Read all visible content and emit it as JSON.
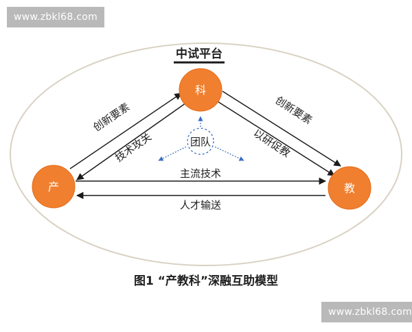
{
  "watermark": {
    "text": "www.zbkl68.com"
  },
  "colors": {
    "node_fill": "#F07F2F",
    "node_stroke": "#E56A15",
    "ellipse": "#D9D2C3",
    "arrow": "#1a1a1a",
    "team_circle": "#3B6FC4"
  },
  "nodes": {
    "top": "科",
    "left": "产",
    "right": "教"
  },
  "center": {
    "label": "团队"
  },
  "platform": {
    "title": "中试平台"
  },
  "edges": {
    "left_outer": "创新要素",
    "left_inner": "技术攻关",
    "right_outer": "创新要素",
    "right_inner": "以研促教",
    "bottom_top": "主流技术",
    "bottom_bottom": "人才输送"
  },
  "caption": "图1 “产教科”深融互助模型"
}
